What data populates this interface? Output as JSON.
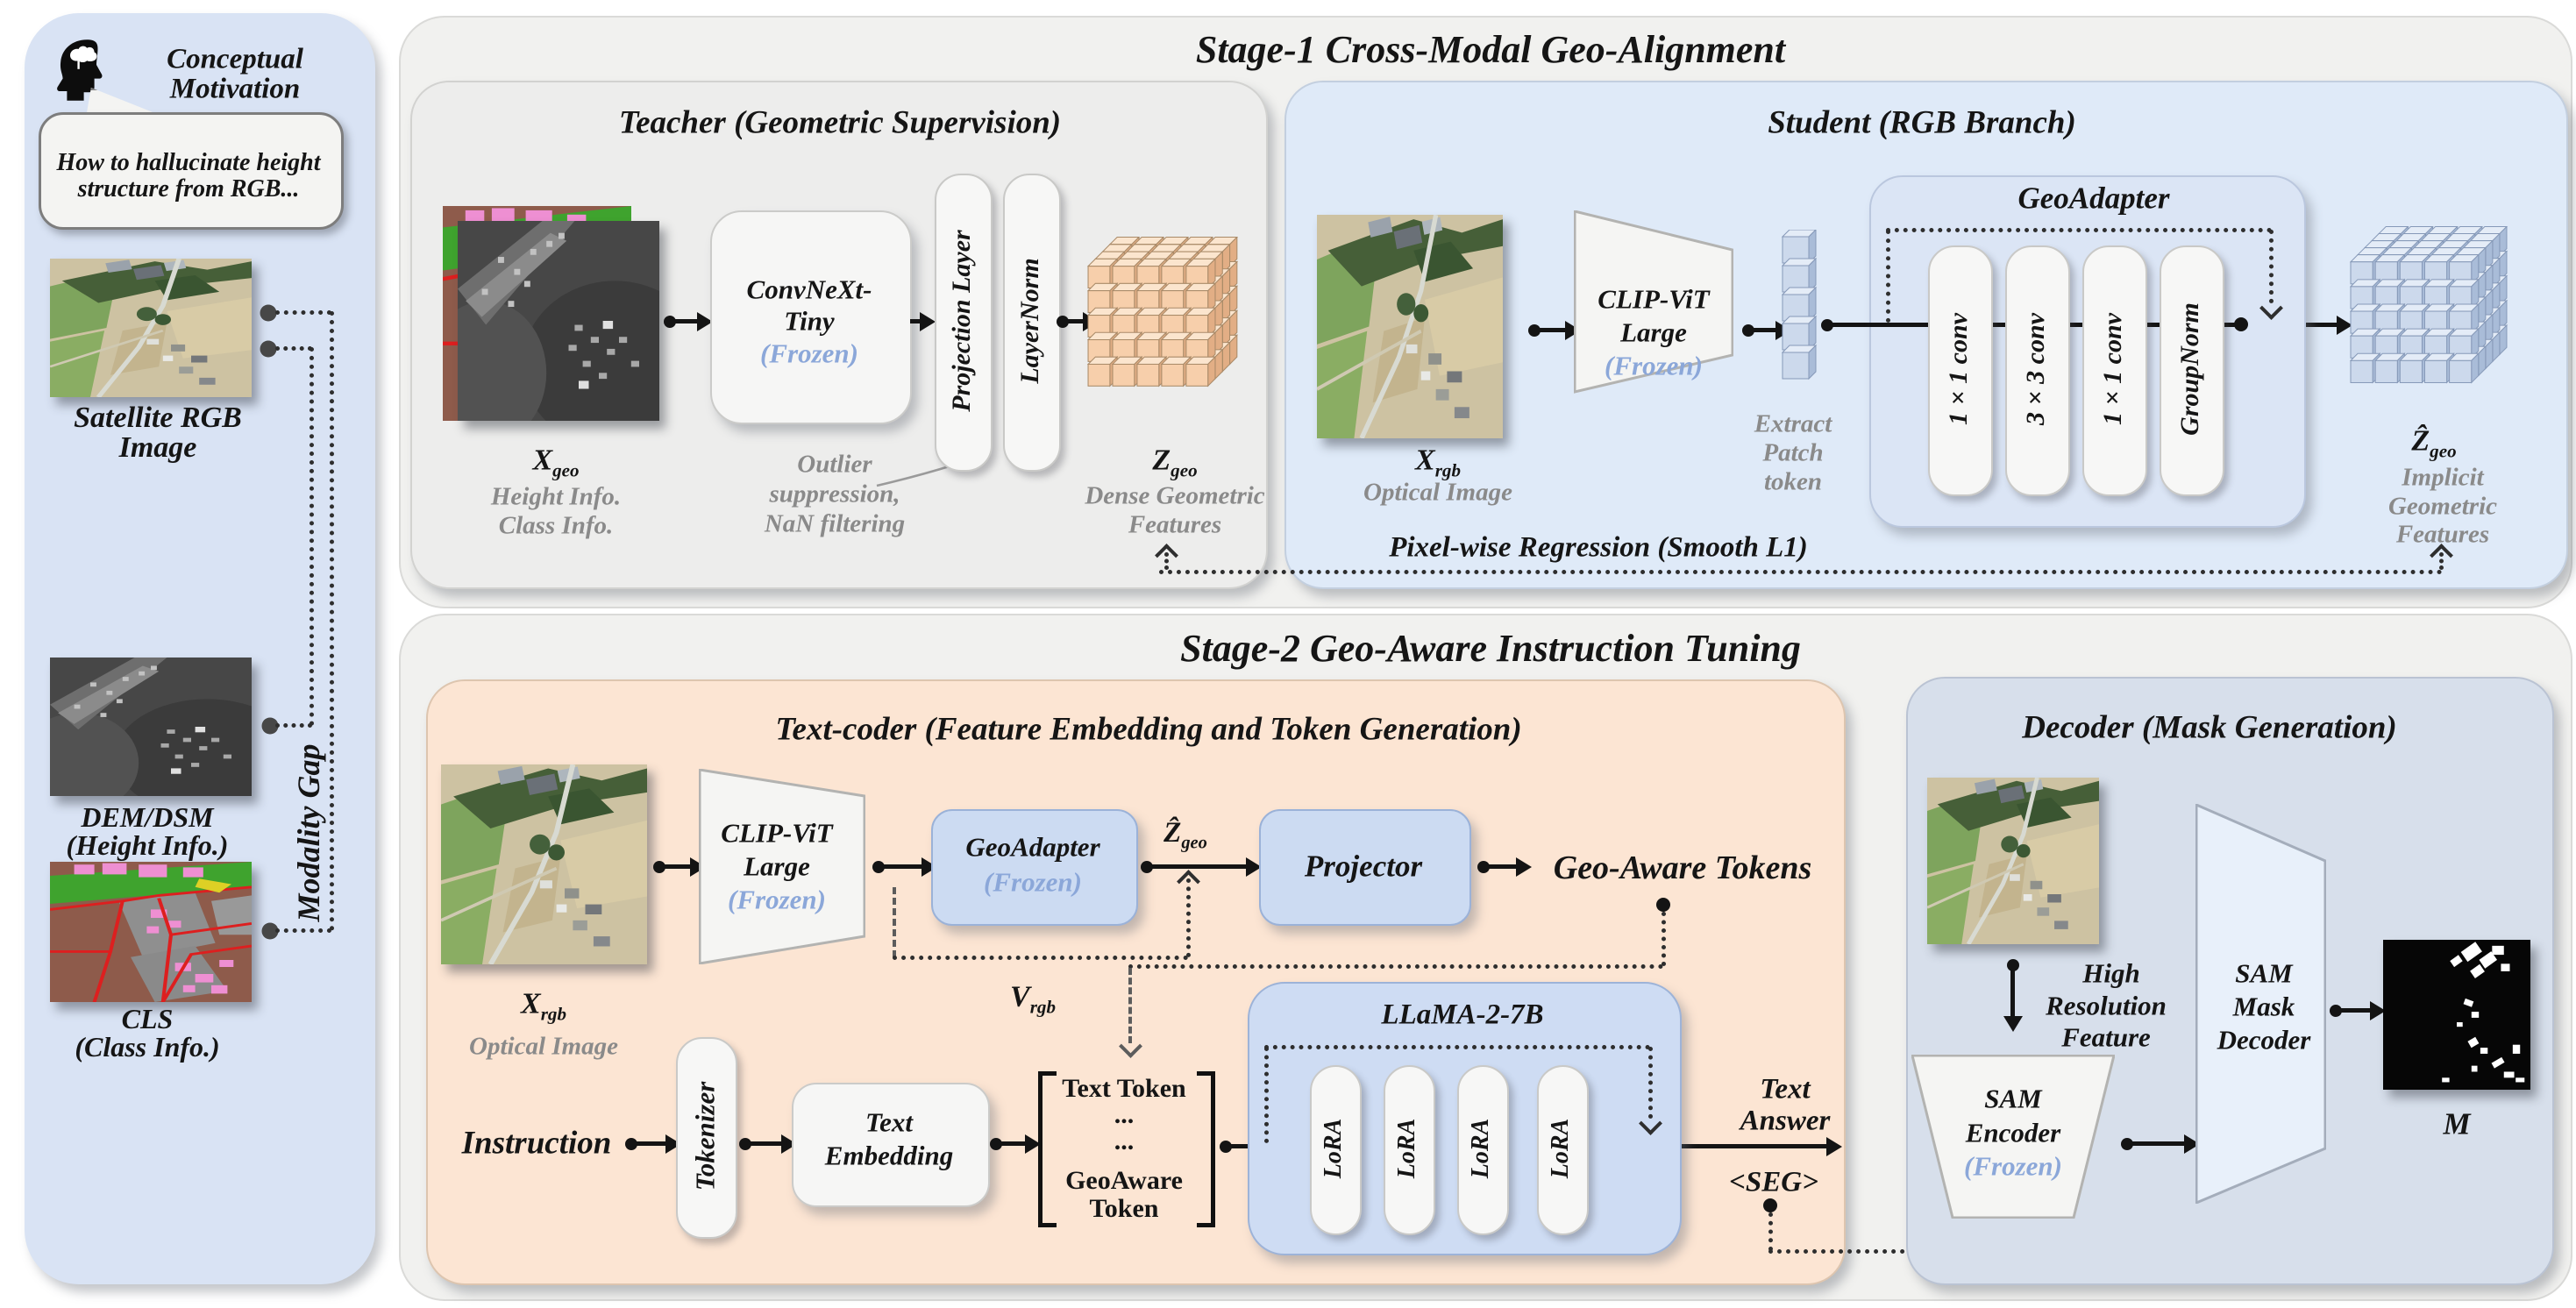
{
  "left_panel": {
    "title_line1": "Conceptual",
    "title_line2": "Motivation",
    "bubble_line1": "How to hallucinate height",
    "bubble_line2": "structure from RGB...",
    "sat_label1": "Satellite RGB",
    "sat_label2": "Image",
    "dem_label1": "DEM/DSM",
    "dem_label2": "(Height Info.)",
    "cls_label1": "CLS",
    "cls_label2": "(Class Info.)",
    "modality_gap": "Modality Gap"
  },
  "stage1": {
    "title": "Stage-1 Cross-Modal Geo-Alignment",
    "loss_label": "Pixel-wise Regression (Smooth L1)",
    "teacher": {
      "title": "Teacher (Geometric Supervision)",
      "x_main": "X",
      "x_sub": "geo",
      "x_cap1": "Height Info.",
      "x_cap2": "Class Info.",
      "enc1": "ConvNeXt-",
      "enc2": "Tiny",
      "enc_frozen": "(Frozen)",
      "note1": "Outlier",
      "note2": "suppression,",
      "note3": "NaN filtering",
      "pill_projection": "Projection Layer",
      "pill_layernorm": "LayerNorm",
      "z_main": "Z",
      "z_sub": "geo",
      "z_cap1": "Dense Geometric",
      "z_cap2": "Features"
    },
    "student": {
      "title": "Student (RGB Branch)",
      "x_main": "X",
      "x_sub": "rgb",
      "x_cap": "Optical Image",
      "enc1": "CLIP-ViT",
      "enc2": "Large",
      "enc_frozen": "(Frozen)",
      "token_cap1": "Extract",
      "token_cap2": "Patch",
      "token_cap3": "token",
      "adapter_title": "GeoAdapter",
      "pills": [
        "1 × 1 conv",
        "3 × 3 conv",
        "1 × 1 conv",
        "GroupNorm"
      ],
      "z_main": "Ẑ",
      "z_sub": "geo",
      "z_cap1": "Implicit",
      "z_cap2": "Geometric",
      "z_cap3": "Features"
    }
  },
  "stage2": {
    "title": "Stage-2 Geo-Aware Instruction Tuning",
    "textcoder": {
      "title": "Text-coder (Feature Embedding and Token Generation)",
      "x_main": "X",
      "x_sub": "rgb",
      "x_cap": "Optical Image",
      "enc1": "CLIP-ViT",
      "enc2": "Large",
      "enc_frozen": "(Frozen)",
      "adapter1": "GeoAdapter",
      "adapter_frozen": "(Frozen)",
      "zhat_main": "Ẑ",
      "zhat_sub": "geo",
      "projector": "Projector",
      "geo_tokens": "Geo-Aware Tokens",
      "v_main": "V",
      "v_sub": "rgb",
      "instruction": "Instruction",
      "tokenizer": "Tokenizer",
      "embed1": "Text",
      "embed2": "Embedding",
      "bracket": [
        "Text Token",
        "...",
        "...",
        "GeoAware",
        "Token"
      ],
      "llama_title": "LLaMA-2-7B",
      "lora": [
        "LoRA",
        "LoRA",
        "LoRA",
        "LoRA"
      ],
      "answer1": "Text",
      "answer2": "Answer",
      "seg": "<SEG>"
    },
    "decoder": {
      "title": "Decoder (Mask Generation)",
      "hrf1": "High",
      "hrf2": "Resolution",
      "hrf3": "Feature",
      "enc1": "SAM",
      "enc2": "Encoder",
      "enc_frozen": "(Frozen)",
      "dec1": "SAM",
      "dec2": "Mask",
      "dec3": "Decoder",
      "mask_label": "M"
    }
  }
}
